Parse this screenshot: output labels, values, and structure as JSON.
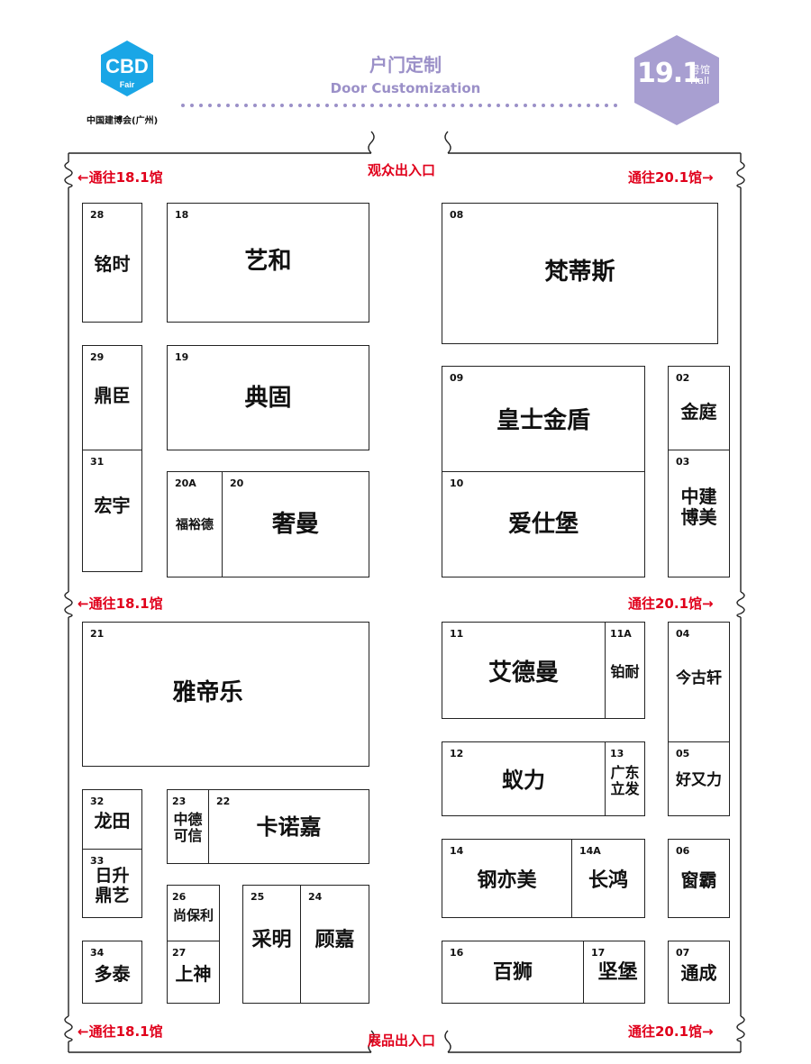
{
  "header": {
    "logo_text": "CBD Fair",
    "logo_caption": "中国建博会(广州)",
    "title_cn": "户门定制",
    "title_en": "Door Customization",
    "hall_number": "19.1",
    "hall_cn": "号馆",
    "hall_en": "Hall"
  },
  "colors": {
    "accent_purple": "#9b90c8",
    "arrow_red": "#e0001b",
    "logo_blue": "#1aa6e6"
  },
  "entrances": {
    "top": "观众出入口",
    "bottom": "展品出入口"
  },
  "arrows": {
    "left_top": "←通往18.1馆",
    "right_top": "通往20.1馆→",
    "left_mid": "←通往18.1馆",
    "right_mid": "通往20.1馆→",
    "left_bottom": "←通往18.1馆",
    "right_bottom": "通往20.1馆→"
  },
  "booths": {
    "b28": {
      "num": "28",
      "name": "铭时"
    },
    "b18": {
      "num": "18",
      "name": "艺和"
    },
    "b08": {
      "num": "08",
      "name": "梵蒂斯"
    },
    "b29": {
      "num": "29",
      "name": "鼎臣"
    },
    "b19": {
      "num": "19",
      "name": "典固"
    },
    "b09": {
      "num": "09",
      "name": "皇士金盾"
    },
    "b02": {
      "num": "02",
      "name": "金庭"
    },
    "b31": {
      "num": "31",
      "name": "宏宇"
    },
    "b20a": {
      "num": "20A",
      "name": "福裕德"
    },
    "b20": {
      "num": "20",
      "name": "奢曼"
    },
    "b10": {
      "num": "10",
      "name": "爱仕堡"
    },
    "b03": {
      "num": "03",
      "name": "中建\n博美"
    },
    "b21": {
      "num": "21",
      "name": "雅帝乐"
    },
    "b11": {
      "num": "11",
      "name": "艾德曼"
    },
    "b11a": {
      "num": "11A",
      "name": "铂耐"
    },
    "b04": {
      "num": "04",
      "name": "今古轩"
    },
    "b12": {
      "num": "12",
      "name": "蚁力"
    },
    "b13": {
      "num": "13",
      "name": "广东\n立发"
    },
    "b05": {
      "num": "05",
      "name": "好又力"
    },
    "b32": {
      "num": "32",
      "name": "龙田"
    },
    "b23": {
      "num": "23",
      "name": "中德\n可信"
    },
    "b22": {
      "num": "22",
      "name": "卡诺嘉"
    },
    "b33": {
      "num": "33",
      "name": "日升\n鼎艺"
    },
    "b14": {
      "num": "14",
      "name": "钢亦美"
    },
    "b14a": {
      "num": "14A",
      "name": "长鸿"
    },
    "b06": {
      "num": "06",
      "name": "窗霸"
    },
    "b26": {
      "num": "26",
      "name": "尚保利"
    },
    "b25": {
      "num": "25",
      "name": "采明"
    },
    "b24": {
      "num": "24",
      "name": "顾嘉"
    },
    "b34": {
      "num": "34",
      "name": "多泰"
    },
    "b27": {
      "num": "27",
      "name": "上神"
    },
    "b16": {
      "num": "16",
      "name": "百狮"
    },
    "b17": {
      "num": "17",
      "name": "坚堡"
    },
    "b07": {
      "num": "07",
      "name": "通成"
    }
  }
}
